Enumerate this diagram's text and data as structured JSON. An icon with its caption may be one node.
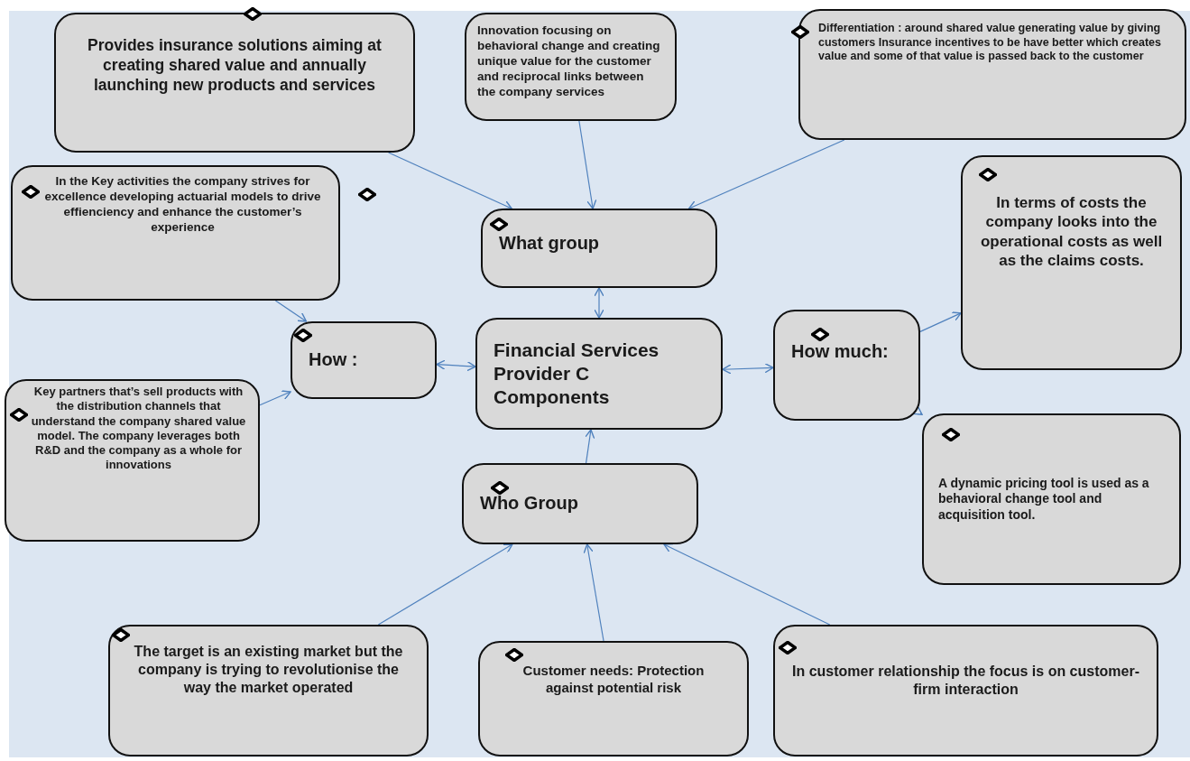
{
  "diagram": {
    "nodes": [
      {
        "text": [
          "Provides insurance solutions aiming at creating shared value and annually launching new products and services"
        ]
      },
      {
        "text": [
          "Innovation focusing on behavioral change and creating unique value for the customer and reciprocal links between the company services"
        ]
      },
      {
        "text": [
          "Differentiation : around shared value generating value by giving customers Insurance incentives to be have better which creates value  and some of that value is passed back to the customer"
        ]
      },
      {
        "text": [
          "In the Key activities the company strives for excellence  developing actuarial models to drive effienciency and  enhance the customer’s experience"
        ]
      },
      {
        "text": [
          "What group"
        ]
      },
      {
        "text": [
          "In terms of costs the company looks into the operational costs as well as the claims costs."
        ]
      },
      {
        "text": [
          "How :"
        ]
      },
      {
        "text": [
          "Financial Services Provider C Components"
        ]
      },
      {
        "text": [
          "How much:"
        ]
      },
      {
        "text": [
          "Key partners that’s sell products with the distribution channels that understand the company shared value model. The company leverages both R&D and the company as a whole for innovations"
        ]
      },
      {
        "text": [
          "Who Group"
        ]
      },
      {
        "text": [
          "A dynamic pricing tool is used  as a behavioral change tool and acquisition tool."
        ]
      },
      {
        "text": [
          "The target is an existing market  but the company is trying to revolutionise the way the market operated"
        ]
      },
      {
        "text": [
          "Customer needs: Protection against potential risk"
        ]
      },
      {
        "text": [
          "In customer relationship the focus is on customer-firm interaction"
        ]
      }
    ],
    "edges": [
      {
        "from": 0,
        "to": 4,
        "arrow": "to"
      },
      {
        "from": 1,
        "to": 4,
        "arrow": "to"
      },
      {
        "from": 2,
        "to": 4,
        "arrow": "to"
      },
      {
        "from": 3,
        "to": 6,
        "arrow": "to"
      },
      {
        "from": 9,
        "to": 6,
        "arrow": "to"
      },
      {
        "from": 6,
        "to": 7,
        "arrow": "both"
      },
      {
        "from": 4,
        "to": 7,
        "arrow": "both"
      },
      {
        "from": 7,
        "to": 8,
        "arrow": "both"
      },
      {
        "from": 8,
        "to": 5,
        "arrow": "to"
      },
      {
        "from": 8,
        "to": 11,
        "arrow": "to"
      },
      {
        "from": 10,
        "to": 7,
        "arrow": "to"
      },
      {
        "from": 12,
        "to": 10,
        "arrow": "to"
      },
      {
        "from": 13,
        "to": 10,
        "arrow": "to"
      },
      {
        "from": 14,
        "to": 10,
        "arrow": "to"
      }
    ]
  }
}
